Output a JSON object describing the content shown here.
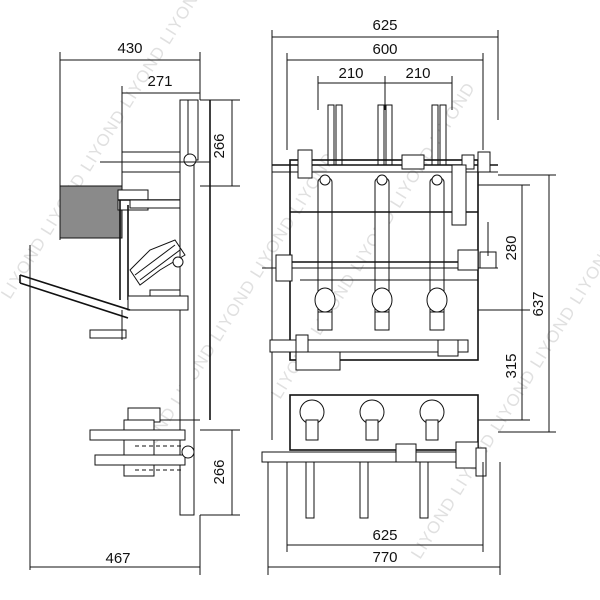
{
  "watermark": {
    "text": "LIYOND LIYOND LIYOND LIYOND LIYOND"
  },
  "side_view": {
    "dims": {
      "width_top": "430",
      "width_inner": "271",
      "height_upper": "266",
      "height_lower": "266",
      "width_bottom": "467"
    }
  },
  "front_view": {
    "dims": {
      "width_top_outer": "625",
      "width_top_inner": "600",
      "pitch_left": "210",
      "pitch_right": "210",
      "height_280": "280",
      "height_637": "637",
      "height_315": "315",
      "width_bottom_inner": "625",
      "width_bottom_outer": "770"
    }
  },
  "colors": {
    "line": "#111111",
    "watermark": "#c8c8c8",
    "panel_fill": "#8a8a8a"
  }
}
